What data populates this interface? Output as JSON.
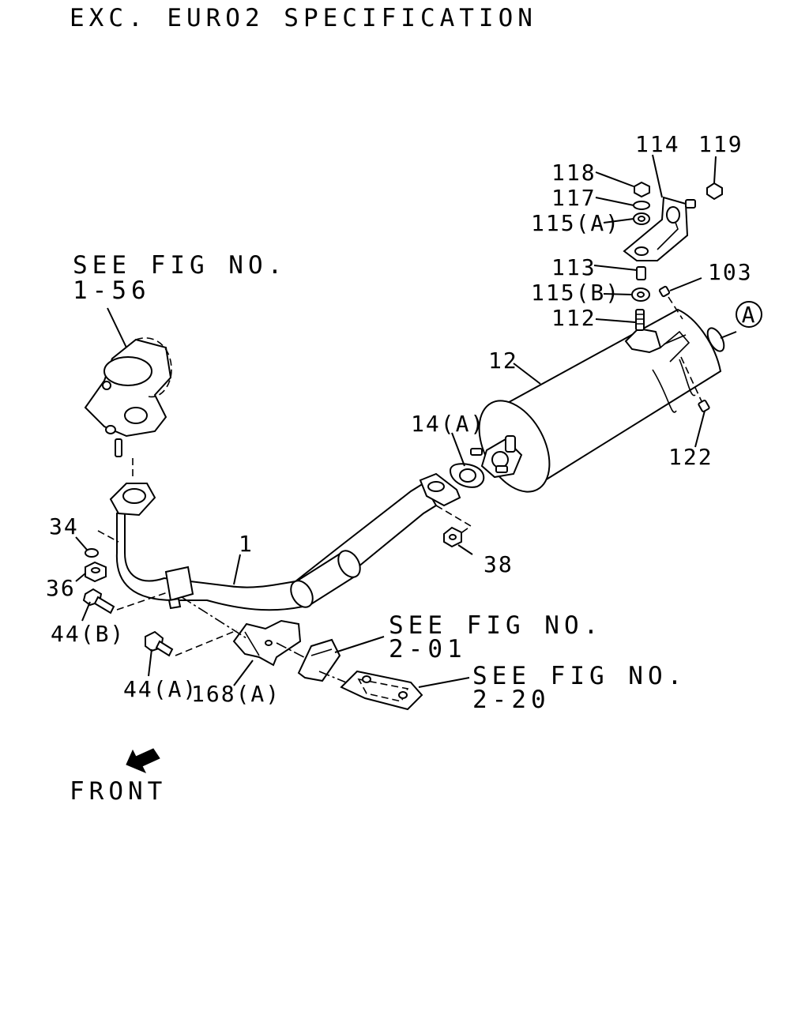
{
  "title": "EXC. EURO2 SPECIFICATION",
  "front_label": "FRONT",
  "circle_ref": "A",
  "refs": {
    "fig_1_56": [
      "SEE FIG NO.",
      "1-56"
    ],
    "fig_2_01": [
      "SEE FIG NO.",
      "2-01"
    ],
    "fig_2_20": [
      "SEE FIG NO.",
      "2-20"
    ]
  },
  "callouts": {
    "p114": "114",
    "p119": "119",
    "p118": "118",
    "p117": "117",
    "p115a": "115(A)",
    "p113": "113",
    "p103": "103",
    "p115b": "115(B)",
    "p112": "112",
    "p12": "12",
    "p14a": "14(A)",
    "p122": "122",
    "p1": "1",
    "p34": "34",
    "p36": "36",
    "p38": "38",
    "p44b": "44(B)",
    "p44a": "44(A)",
    "p168a": "168(A)"
  }
}
